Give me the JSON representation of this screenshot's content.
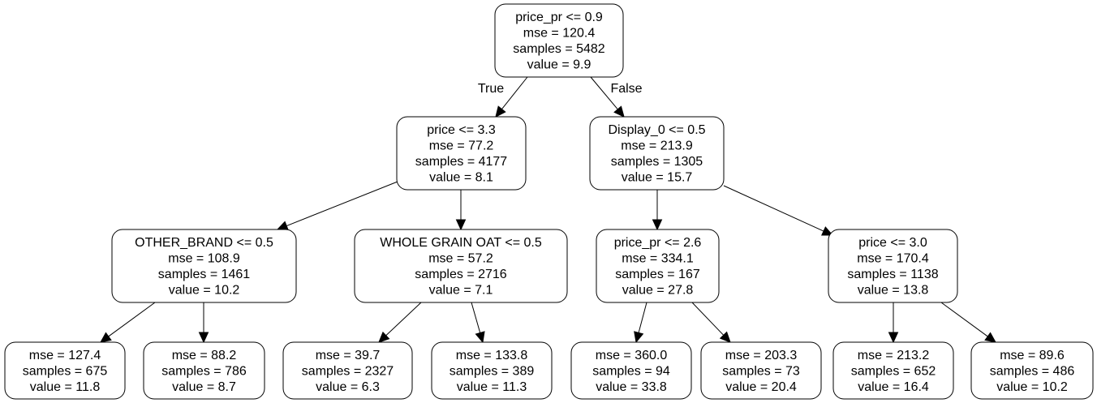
{
  "tree": {
    "nodes": [
      {
        "id": "n0",
        "lines": [
          "price_pr <= 0.9",
          "mse = 120.4",
          "samples = 5482",
          "value = 9.9"
        ]
      },
      {
        "id": "n1",
        "lines": [
          "price <= 3.3",
          "mse = 77.2",
          "samples = 4177",
          "value = 8.1"
        ]
      },
      {
        "id": "n2",
        "lines": [
          "Display_0 <= 0.5",
          "mse = 213.9",
          "samples = 1305",
          "value = 15.7"
        ]
      },
      {
        "id": "n3",
        "lines": [
          "OTHER_BRAND <= 0.5",
          "mse = 108.9",
          "samples = 1461",
          "value = 10.2"
        ]
      },
      {
        "id": "n4",
        "lines": [
          "WHOLE GRAIN OAT <= 0.5",
          "mse = 57.2",
          "samples = 2716",
          "value = 7.1"
        ]
      },
      {
        "id": "n5",
        "lines": [
          "price_pr <= 2.6",
          "mse = 334.1",
          "samples = 167",
          "value = 27.8"
        ]
      },
      {
        "id": "n6",
        "lines": [
          "price <= 3.0",
          "mse = 170.4",
          "samples = 1138",
          "value = 13.8"
        ]
      },
      {
        "id": "n7",
        "lines": [
          "mse = 127.4",
          "samples = 675",
          "value = 11.8"
        ]
      },
      {
        "id": "n8",
        "lines": [
          "mse = 88.2",
          "samples = 786",
          "value = 8.7"
        ]
      },
      {
        "id": "n9",
        "lines": [
          "mse = 39.7",
          "samples = 2327",
          "value = 6.3"
        ]
      },
      {
        "id": "n10",
        "lines": [
          "mse = 133.8",
          "samples = 389",
          "value = 11.3"
        ]
      },
      {
        "id": "n11",
        "lines": [
          "mse = 360.0",
          "samples = 94",
          "value = 33.8"
        ]
      },
      {
        "id": "n12",
        "lines": [
          "mse = 203.3",
          "samples = 73",
          "value = 20.4"
        ]
      },
      {
        "id": "n13",
        "lines": [
          "mse = 213.2",
          "samples = 652",
          "value = 16.4"
        ]
      },
      {
        "id": "n14",
        "lines": [
          "mse = 89.6",
          "samples = 486",
          "value = 10.2"
        ]
      }
    ],
    "edges": [
      {
        "from": "n0",
        "to": "n1",
        "label": "True"
      },
      {
        "from": "n0",
        "to": "n2",
        "label": "False"
      },
      {
        "from": "n1",
        "to": "n3",
        "label": ""
      },
      {
        "from": "n1",
        "to": "n4",
        "label": ""
      },
      {
        "from": "n2",
        "to": "n5",
        "label": ""
      },
      {
        "from": "n2",
        "to": "n6",
        "label": ""
      },
      {
        "from": "n3",
        "to": "n7",
        "label": ""
      },
      {
        "from": "n3",
        "to": "n8",
        "label": ""
      },
      {
        "from": "n4",
        "to": "n9",
        "label": ""
      },
      {
        "from": "n4",
        "to": "n10",
        "label": ""
      },
      {
        "from": "n5",
        "to": "n11",
        "label": ""
      },
      {
        "from": "n5",
        "to": "n12",
        "label": ""
      },
      {
        "from": "n6",
        "to": "n13",
        "label": ""
      },
      {
        "from": "n6",
        "to": "n14",
        "label": ""
      }
    ]
  }
}
